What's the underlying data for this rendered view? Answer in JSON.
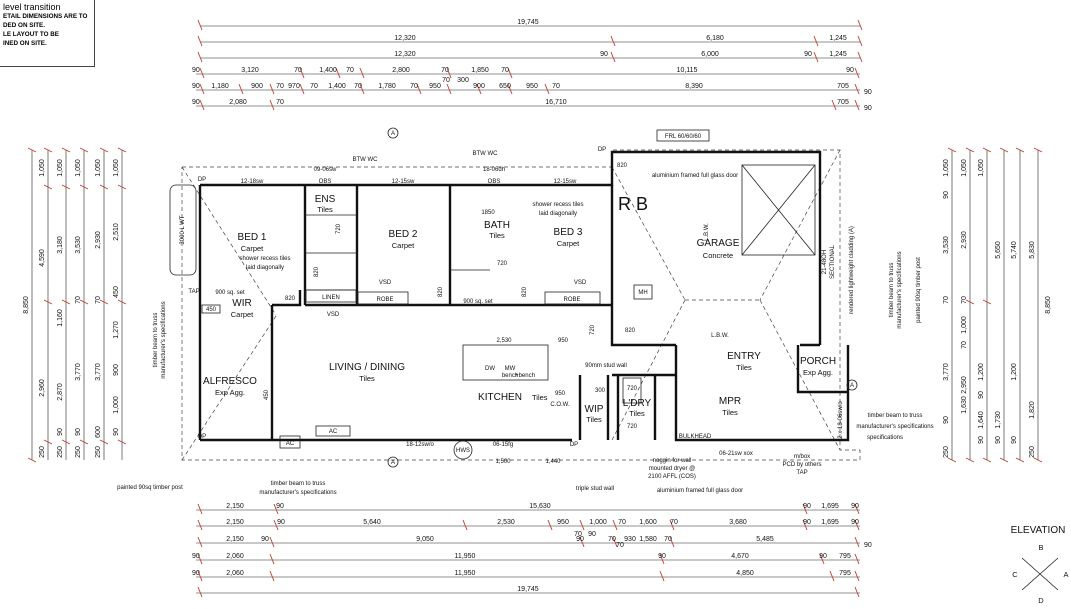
{
  "notes": {
    "title": "level transition",
    "lines": [
      "ETAIL DIMENSIONS ARE TO",
      "DED ON SITE.",
      "LE LAYOUT TO BE",
      "INED ON SITE."
    ]
  },
  "rooms": [
    {
      "key": "bed1",
      "name": "BED 1",
      "finish": "Carpet"
    },
    {
      "key": "bed2",
      "name": "BED 2",
      "finish": "Carpet"
    },
    {
      "key": "bed3",
      "name": "BED 3",
      "finish": "Carpet"
    },
    {
      "key": "ens",
      "name": "ENS",
      "finish": "Tiles"
    },
    {
      "key": "bath",
      "name": "BATH",
      "finish": "Tiles"
    },
    {
      "key": "garage",
      "name": "GARAGE",
      "finish": "Concrete"
    },
    {
      "key": "wir",
      "name": "WIR",
      "finish": "Carpet"
    },
    {
      "key": "alfresco",
      "name": "ALFRESCO",
      "finish": "Exp Agg."
    },
    {
      "key": "living",
      "name": "LIVING / DINING",
      "finish": "Tiles"
    },
    {
      "key": "kitchen",
      "name": "KITCHEN",
      "finish": "Tiles"
    },
    {
      "key": "ldry",
      "name": "L'DRY",
      "finish": "Tiles"
    },
    {
      "key": "wip",
      "name": "WIP",
      "finish": "Tiles"
    },
    {
      "key": "mpr",
      "name": "MPR",
      "finish": "Tiles"
    },
    {
      "key": "entry",
      "name": "ENTRY",
      "finish": "Tiles"
    },
    {
      "key": "porch",
      "name": "PORCH",
      "finish": "Exp Agg."
    }
  ],
  "labels": {
    "linen": "LINEN",
    "robe": "ROBE",
    "vsd": "VSD",
    "obs": "OBS",
    "lbw": "L.B.W.",
    "mh": "MH",
    "ac": "AC",
    "cow": "C.O.W.",
    "bulkhead": "BULKHEAD",
    "hws": "HWS",
    "tap": "TAP",
    "frl": "FRL 60/60/60",
    "btw_wc": "BTW WC",
    "dp": "DP",
    "shower1": "shower recess tiles",
    "shower2": "laid diagonally",
    "set900": "900 sq. set",
    "sw_obs1": "09-06sw",
    "sw_obs2": "18-06dh",
    "w1218": "12-18sw",
    "w1215a": "12-15sw",
    "w1215b": "12-15sw",
    "w1812": "18-12sw/o",
    "w0615": "06-15fg",
    "w0621": "06-21sw xox",
    "w1806": "2 x 18-06sw/o",
    "stud90": "90mm stud wall",
    "glass_door": "aluminium framed full glass door",
    "glass_door2": "aluminium framed full glass door",
    "triple_stud": "triple stud wall",
    "noggin1": "noggin for wall",
    "noggin2": "mounted dryer @",
    "noggin3": "2100 AFFL (COS)",
    "mbox1": "m/box",
    "mbox2": "PCD by others",
    "mbox3": "TAP",
    "post_left": "painted 90sq timber post",
    "beam_bottom1": "timber beam to truss",
    "beam_bottom2": "manufacturer's specifications",
    "beam_left1": "timber beam to truss",
    "beam_left2": "manufacturer's specifications",
    "beam_right1": "timber beam to truss",
    "beam_right2": "manufacturer's specifications",
    "beam_right3": "specifications",
    "beam_vert1": "timber beam to truss",
    "beam_vert2": "manufacturer's specifications",
    "post_vert": "painted 90sq timber post",
    "cladding": "rendered lightweight cladding (A)",
    "sectional1": "21-48OH",
    "sectional2": "SECTIONAL",
    "elevation": "ELEVATION",
    "elev_b": "B",
    "elev_a": "A",
    "elev_c": "C",
    "elev_d": "D",
    "marker_a": "A",
    "hand_rb": "R B",
    "bath_dim": "1850",
    "tap_left": "TAP",
    "bed1_w": "3000 L WT"
  },
  "dims": {
    "top": [
      "19,745",
      "12,320",
      "6,180",
      "1,245",
      "12,320",
      "90",
      "6,000",
      "90",
      "1,245"
    ],
    "top_r3": [
      "90",
      "3,120",
      "70",
      "1,400",
      "70",
      "2,800",
      "70",
      "1,850",
      "70",
      "10,115",
      "90"
    ],
    "top_r4": [
      "90",
      "1,180",
      "900",
      "70",
      "970",
      "70",
      "1,400",
      "70",
      "1,780",
      "70",
      "950",
      "900",
      "650",
      "950",
      "70",
      "8,390",
      "90"
    ],
    "top_r5": [
      "90",
      "2,080",
      "70",
      "16,710",
      "705",
      "90"
    ],
    "top_r4b": [
      "70",
      "300",
      "705"
    ],
    "bottom_r1": [
      "2,150",
      "90",
      "15,630",
      "90",
      "1,695",
      "90"
    ],
    "bottom_r2": [
      "2,150",
      "90",
      "5,640",
      "2,530",
      "950",
      "1,000",
      "70",
      "1,600",
      "70",
      "3,680",
      "90",
      "1,695",
      "90"
    ],
    "bottom_r3": [
      "2,150",
      "90",
      "9,050",
      "90",
      "70",
      "930",
      "70",
      "1,580",
      "70",
      "5,485",
      "90"
    ],
    "bottom_r3b": [
      "70",
      "90"
    ],
    "bottom_r4": [
      "90",
      "2,060",
      "11,950",
      "90",
      "4,670",
      "90",
      "795"
    ],
    "bottom_r5": [
      "90",
      "2,060",
      "11,950",
      "4,850",
      "795"
    ],
    "bottom_r6": [
      "19,745"
    ],
    "left_v": [
      "8,850",
      "4,590",
      "1,050",
      "3,180",
      "1,160",
      "2,960",
      "250",
      "1,050",
      "2,870",
      "90",
      "250",
      "1,050",
      "3,530",
      "70",
      "3,770",
      "90",
      "250",
      "1,050",
      "2,930",
      "70",
      "3,770",
      "600",
      "250",
      "1,050",
      "2,510",
      "450",
      "1,270",
      "900",
      "1,000",
      "90"
    ],
    "right_v": [
      "1,050",
      "90",
      "3,530",
      "70",
      "3,770",
      "90",
      "1,630",
      "250",
      "1,050",
      "2,930",
      "70",
      "1,000",
      "70",
      "2,950",
      "1,200",
      "90",
      "1,640",
      "90",
      "1,050",
      "5,650",
      "1,730",
      "90",
      "5,740",
      "1,200",
      "90",
      "5,830",
      "1,820",
      "8,850",
      "250"
    ],
    "inner": [
      "2,530",
      "950",
      "1,500",
      "1,440",
      "720",
      "820",
      "820",
      "820",
      "820",
      "720",
      "720",
      "450",
      "450",
      "820",
      "950",
      "300",
      "720",
      "720",
      "820",
      "900 sq. set"
    ],
    "counter": [
      "DW",
      "MW",
      "bench",
      "+bench"
    ]
  },
  "colors": {
    "wall": "#111111",
    "tick": "#c0392b",
    "dash": "#444444"
  }
}
